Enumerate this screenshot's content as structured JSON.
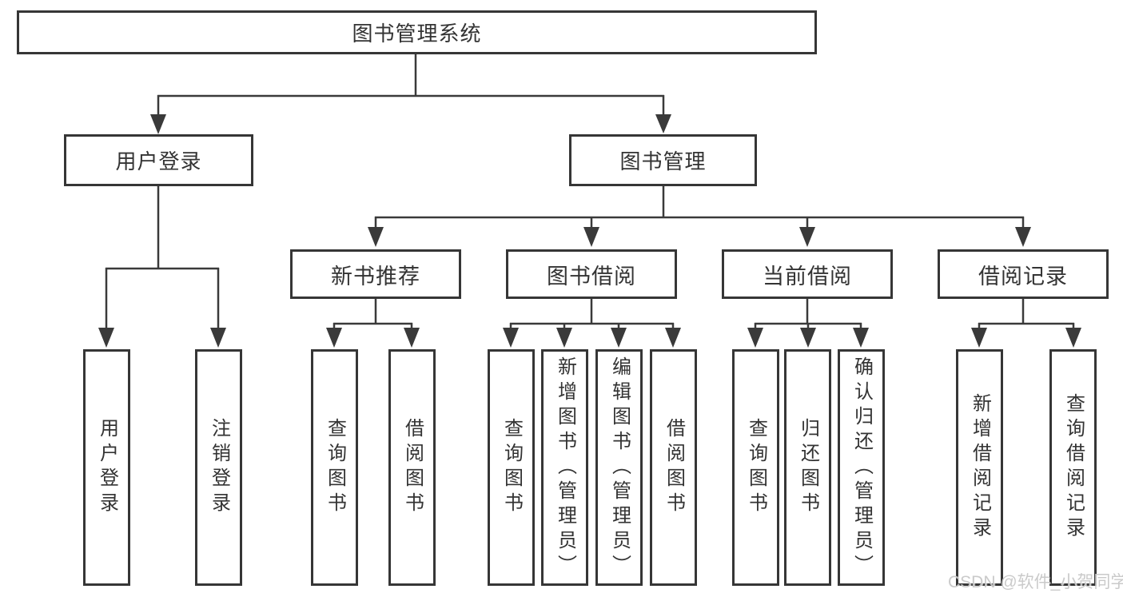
{
  "diagram_type": "hierarchy-tree",
  "colors": {
    "background": "#ffffff",
    "box_border": "#363636",
    "connector_line": "#3a3a3a",
    "text": "#333333",
    "watermark": "#c8c8c8"
  },
  "watermark": "CSDN @软件_小贺同学",
  "tree": {
    "label": "图书管理系统",
    "children": [
      {
        "label": "用户登录",
        "children": [
          {
            "label": "用户登录"
          },
          {
            "label": "注销登录"
          }
        ]
      },
      {
        "label": "图书管理",
        "children": [
          {
            "label": "新书推荐",
            "children": [
              {
                "label": "查询图书"
              },
              {
                "label": "借阅图书"
              }
            ]
          },
          {
            "label": "图书借阅",
            "children": [
              {
                "label": "查询图书"
              },
              {
                "label": "新增图书（管理员）"
              },
              {
                "label": "编辑图书（管理员）"
              },
              {
                "label": "借阅图书"
              }
            ]
          },
          {
            "label": "当前借阅",
            "children": [
              {
                "label": "查询图书"
              },
              {
                "label": "归还图书"
              },
              {
                "label": "确认归还（管理员）"
              }
            ]
          },
          {
            "label": "借阅记录",
            "children": [
              {
                "label": "新增借阅记录"
              },
              {
                "label": "查询借阅记录"
              }
            ]
          }
        ]
      }
    ]
  }
}
